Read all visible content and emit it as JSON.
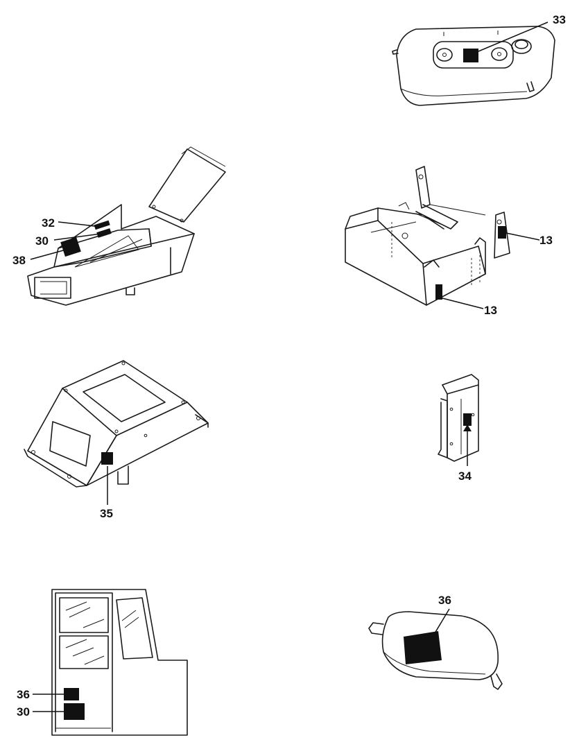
{
  "callouts": {
    "tank_label": "33",
    "hood_label_top": "32",
    "hood_label_mid": "30",
    "hood_label_low": "38",
    "frame_label_right": "13",
    "frame_label_front": "13",
    "console_label": "35",
    "bracket_label": "34",
    "cab_label_top": "36",
    "cab_label_bottom": "30",
    "cylinder_label": "36"
  },
  "colors": {
    "ink": "#1a1a1a",
    "decal": "#111111",
    "paper": "#ffffff"
  }
}
